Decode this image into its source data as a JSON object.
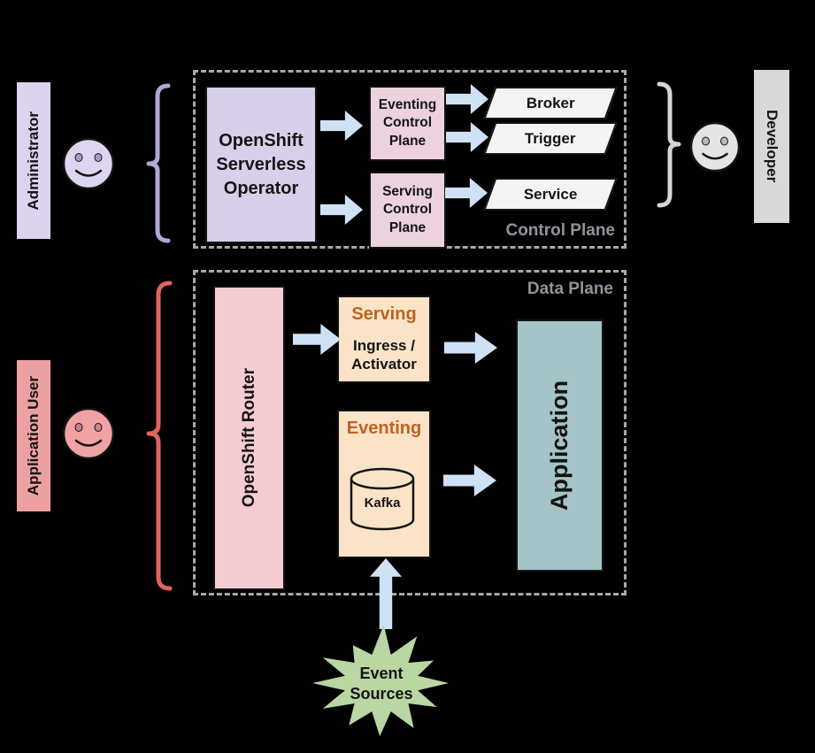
{
  "actors": {
    "administrator": "Administrator",
    "application_user": "Application User",
    "developer": "Developer"
  },
  "control_plane": {
    "label": "Control Plane",
    "operator": "OpenShift Serverless Operator",
    "eventing_control_plane": "Eventing Control Plane",
    "serving_control_plane": "Serving Control Plane",
    "resources": [
      "Broker",
      "Trigger",
      "Service"
    ]
  },
  "data_plane": {
    "label": "Data Plane",
    "router": "OpenShift Router",
    "serving_title": "Serving",
    "serving_subtitle": "Ingress / Activator",
    "eventing_title": "Eventing",
    "kafka": "Kafka",
    "application": "Application"
  },
  "event_sources": {
    "label": "Event Sources"
  },
  "colors": {
    "background": "#000000",
    "lavender": "#d8cfeb",
    "pink_mauve": "#ecd1de",
    "router_pink": "#f4ccd2",
    "peach": "#fbe3c7",
    "teal": "#a5c4c7",
    "star_green": "#b9d6a3",
    "arrow_blue": "#cfe1f4",
    "orange_heading": "#bf6220",
    "salmon": "#eda0a1",
    "dev_gray": "#d9d9d9",
    "plane_label_gray": "#8e949c",
    "admin_brace": "#b4a6d9",
    "user_brace": "#e2635f",
    "dev_brace": "#d6d6d6"
  }
}
